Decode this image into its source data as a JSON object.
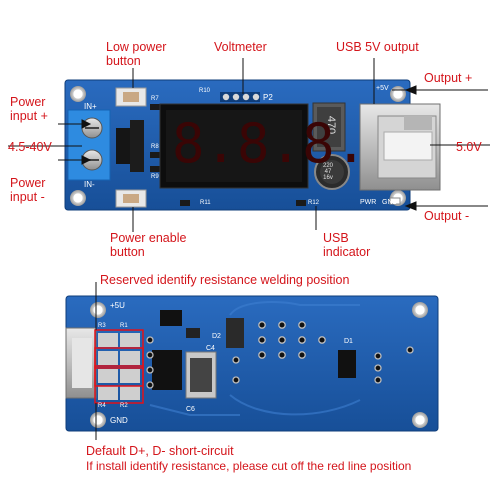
{
  "top_board": {
    "labels": {
      "low_power_button": [
        "Low power",
        "button"
      ],
      "voltmeter": "Voltmeter",
      "usb_output": "USB 5V output",
      "power_input_plus": [
        "Power",
        "input +"
      ],
      "input_range": "4.5-40V",
      "power_input_minus": [
        "Power",
        "input -"
      ],
      "output_plus": "Output +",
      "output_voltage": "5.0V",
      "output_minus": "Output -",
      "power_enable_button": [
        "Power enable",
        "button"
      ],
      "usb_indicator": [
        "USB",
        "indicator"
      ]
    },
    "silkscreen": {
      "in_plus": "IN+",
      "in_minus": "IN-",
      "plus_5v": "+5V",
      "pwr": "PWR",
      "gnd": "GND",
      "r10": "R10",
      "p2": "P2",
      "r7": "R7",
      "r8": "R8",
      "r9": "R9",
      "r11": "R11",
      "r12": "R12",
      "inductor": "470",
      "cap": [
        "220",
        "47",
        "16v"
      ]
    },
    "display_digits": [
      "8.",
      "8.",
      "8."
    ]
  },
  "bottom_board": {
    "labels": {
      "reserved_note": "Reserved identify resistance welding position",
      "default_note": "Default D+, D- short-circuit",
      "install_note": "If install identify resistance, please cut off the red line position"
    },
    "silkscreen": {
      "plus_5v": "+5U",
      "gnd": "GND",
      "r3": "R3",
      "r1": "R1",
      "r4": "R4",
      "r2": "R2",
      "d2": "D2",
      "c4": "C4",
      "c6": "C6",
      "d1": "D1"
    }
  },
  "colors": {
    "annotation": "#d4151b",
    "pcb": "#1a5aa8",
    "terminal": "#2e8be0",
    "usb_metal": "#c8c8c8",
    "display": "#111111"
  }
}
